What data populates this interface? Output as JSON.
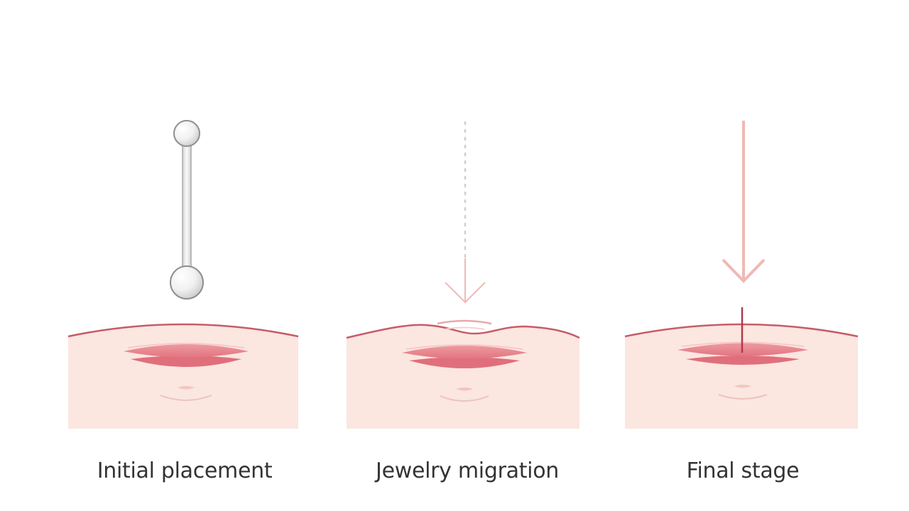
{
  "stages": [
    {
      "caption": "Initial placement"
    },
    {
      "caption": "Jewelry migration"
    },
    {
      "caption": "Final stage"
    }
  ],
  "colors": {
    "skin": "#fbe6e0",
    "skin_outline": "#c65c68",
    "navel": "#eb858f",
    "navel_deep": "#e06f7c",
    "arrow": "#efb9b5",
    "barbell_ball": "#f2f2f2",
    "barbell_outline": "#8f8f8f"
  },
  "icons": {
    "barbell": "barbell-jewelry-icon",
    "migration_arrow": "down-arrow-icon",
    "final_arrow": "down-arrow-icon"
  }
}
